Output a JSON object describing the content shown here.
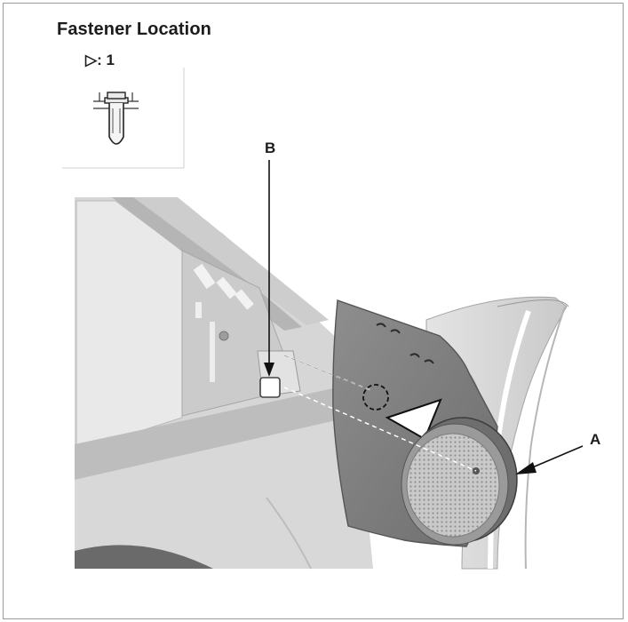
{
  "title": "Fastener Location",
  "legend": {
    "symbol": "▷",
    "label": ": 1",
    "icon": "clip-fastener-icon"
  },
  "callouts": {
    "a": "A",
    "b": "B"
  },
  "icons": {
    "speaker": "tweeter-speaker-icon",
    "clip": "clip-fastener-icon",
    "arrow": "triangle-arrow-icon"
  }
}
